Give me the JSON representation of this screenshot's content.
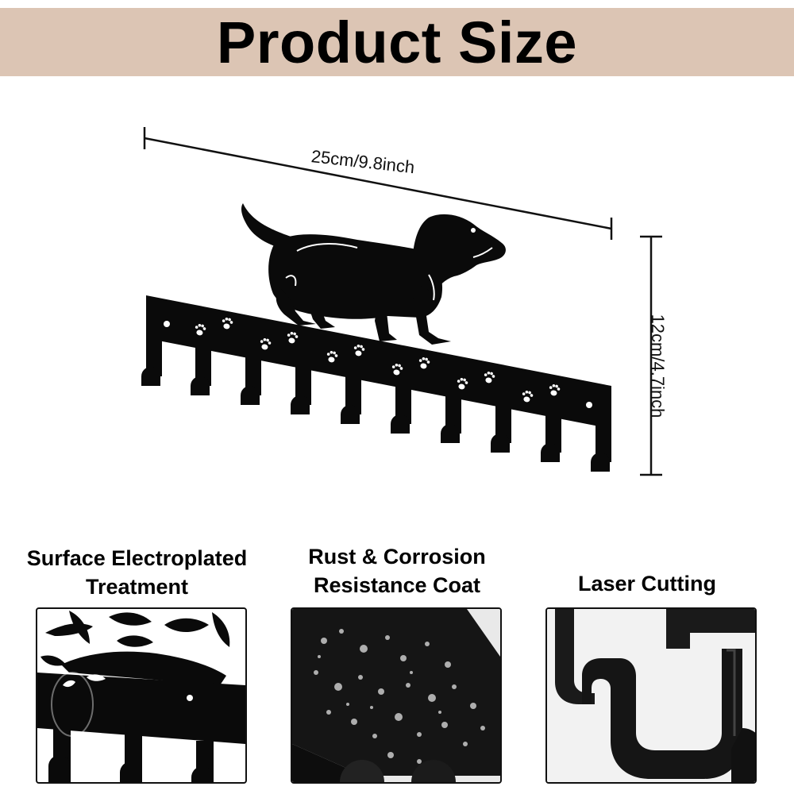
{
  "banner": {
    "title": "Product Size",
    "background": "#dcc5b4"
  },
  "dimensions": {
    "width_label": "25cm/9.8inch",
    "height_label": "12cm/4.7inch"
  },
  "product": {
    "color": "#0a0a0a",
    "hook_count": 10,
    "motif": "dachshund-silhouette",
    "pattern": "paw-prints"
  },
  "features": [
    {
      "title": "Surface Electroplated Treatment",
      "line1": "Surface Electroplated",
      "line2": "Treatment"
    },
    {
      "title": "Rust & Corrosion Resistance Coat",
      "line1": "Rust & Corrosion",
      "line2": "Resistance Coat"
    },
    {
      "title": "Laser Cutting",
      "line1": "Laser Cutting",
      "line2": ""
    }
  ]
}
